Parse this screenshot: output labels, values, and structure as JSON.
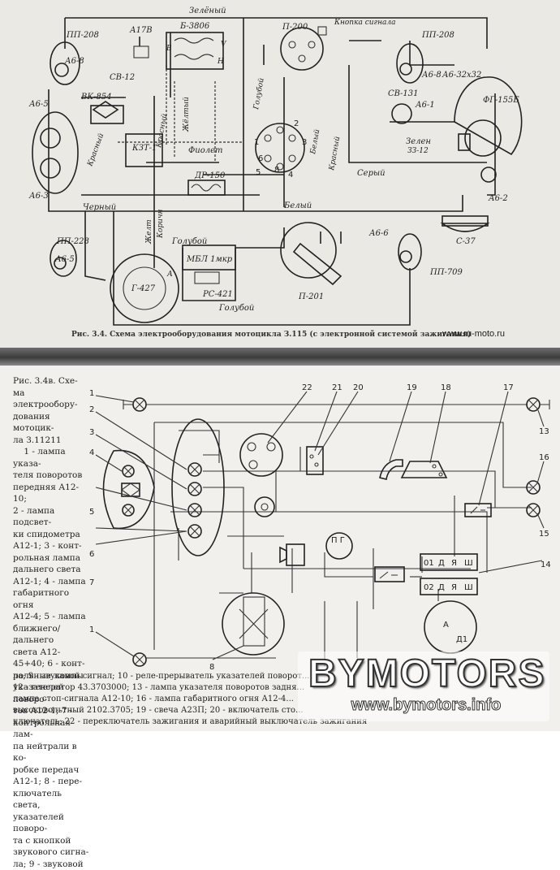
{
  "top_diagram": {
    "wire_labels": {
      "green_top": "Зелёный",
      "red_left": "Красный",
      "yellow": "Жёлтый",
      "brown": "Коричн",
      "black": "Черный",
      "blue_mid": "Голубой",
      "blue_bottom": "Голубой",
      "white_right": "Белый",
      "white_low": "Белый",
      "gray": "Серый",
      "red_right": "Красный",
      "green_right": "Зелен",
      "kzt_red": "Красный",
      "purple": "Фиолет",
      "tyellow": "Желт"
    },
    "components": {
      "pp_208_tl": "ПП-208",
      "a178": "А17В",
      "b_3806": "Б-3806",
      "p_200": "П-200",
      "signal_button": "Кнопка сигнала",
      "pp_208_tr": "ПП-208",
      "a6_8_l": "А6-8",
      "a6_8_r": "А6-8",
      "sv_12": "СВ-12",
      "a6_3212": "А6-32х32",
      "vk_854": "ВК-854",
      "sv_131": "СВ-131",
      "a6_1": "А6-1",
      "fg_155b": "ФГ-155Б",
      "a6_5": "А6-5",
      "kzt_1": "КЗТ-1",
      "a6_3": "А6-3",
      "dr_150": "ДР-150",
      "a6_2": "А6-2",
      "s_37": "С-37",
      "pp_228": "ПП-228",
      "a6_5b": "А6-5",
      "g_427": "Г-427",
      "mvl_4mer": "МБЛ 1мкр",
      "rs_421": "РС-421",
      "p_201": "П-201",
      "a6_6": "А6-6",
      "pp_209_r": "ПП-709",
      "sw_sign": "ЗЗ-12",
      "a": "А",
      "b_small": "В",
      "h_small": "Н",
      "v_small": "V",
      "num_1": "1",
      "num_2": "2",
      "num_3": "3",
      "num_4": "4",
      "num_5": "5",
      "num_6": "6",
      "num_8": "8"
    },
    "caption": "Рис. 3.4. Схема электрооборудования мотоцикла З.115 (с электронной системой зажигания)",
    "site": "www.ru-moto.ru"
  },
  "bottom_diagram": {
    "legend_text": "Рис. 3.4в. Схе-\nма электрообору-\nдования мотоцик-\nла З.11211\n    1 - лампа указа-\nтеля поворотов\nпередняя А12-10;\n2 - лампа подсвет-\nки спидометра\nА12-1; 3 - конт-\nрольная лампа\nдальнего света\nА12-1; 4 - лампа\nгабаритного огня\nА12-4; 5 - лампа\nближнего/дальнего\nсвета А12-\n45+40; 6 - конт-\nрольные лампы\nуказателей поворо-\nтов А12-1; 7 -\nконтрольная лам-\nпа нейтрали в ко-\nробке передач\nА12-1; 8 - пере-\nключатель света,\nуказателей поворо-\nта с кнопкой\nзвукового сигна-\nла; 9 - звуковой",
    "legend_text_bottom": "ла; 9 - звуковой сигнал; 10 - реле-прерыватель указателей поворот...\n12 - генератор 43.3703000; 13 - лампа указателя поворотов задня...\nлампа стоп-сигнала А12-10; 16 - лампа габаритного огня А12-4...\nвысоковольтный 2102.3705; 19 - свеча А23П; 20 - включатель сто...\nключатель; 22 - переключатель зажигания и аварийный выключатель зажигания",
    "callouts": [
      "1",
      "2",
      "3",
      "4",
      "5",
      "6",
      "7",
      "1",
      "8",
      "22",
      "21",
      "20",
      "19",
      "18",
      "17",
      "13",
      "16",
      "15",
      "14"
    ],
    "terminal_labels": {
      "pg": "П Г",
      "t01": "01",
      "td": "Д",
      "tr": "Я",
      "tsh": "Ш",
      "t02": "02",
      "t_a": "А",
      "t_d1": "Д1"
    }
  },
  "watermark": {
    "logo": "BYMOTORS",
    "url": "www.bymotors.info"
  }
}
